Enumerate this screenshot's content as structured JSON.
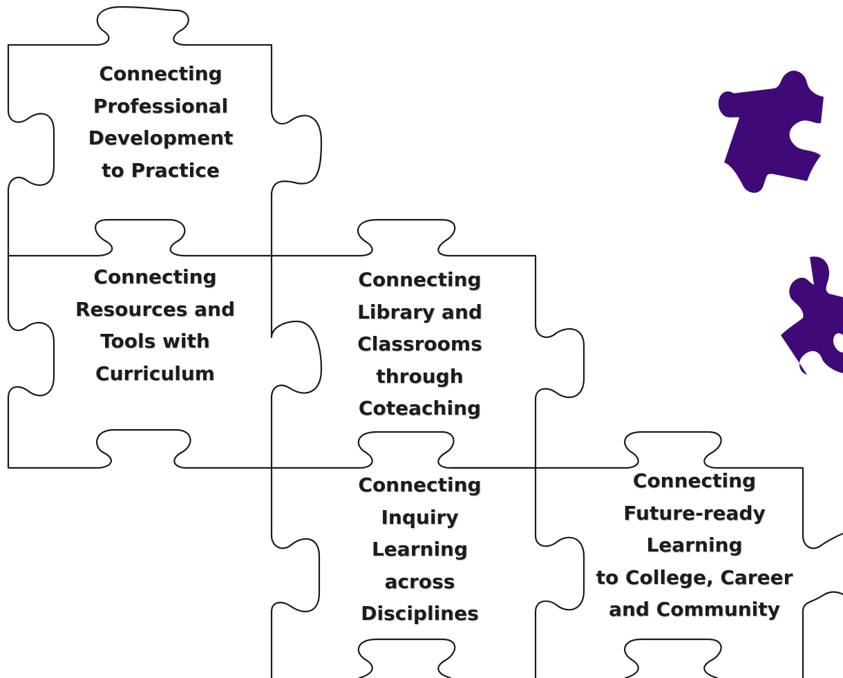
{
  "colors": {
    "outline": "#1a1a1a",
    "text": "#1c1c1c",
    "accent_piece": "#3f0a78",
    "background": "#ffffff"
  },
  "pieces": [
    {
      "id": "pd-practice",
      "lines": [
        "Connecting",
        "Professional",
        "Development",
        "to Practice"
      ]
    },
    {
      "id": "resources",
      "lines": [
        "Connecting",
        "Resources and",
        "Tools with",
        "Curriculum"
      ]
    },
    {
      "id": "library",
      "lines": [
        "Connecting",
        "Library and",
        "Classrooms",
        "through",
        "Coteaching"
      ]
    },
    {
      "id": "inquiry",
      "lines": [
        "Connecting",
        "Inquiry",
        "Learning",
        "across",
        "Disciplines"
      ]
    },
    {
      "id": "future-ready",
      "lines": [
        "Connecting",
        "Future-ready",
        "Learning",
        "to College, Career",
        "and Community"
      ]
    }
  ],
  "decorations": [
    "puzzle-piece-icon",
    "puzzle-piece-icon"
  ]
}
